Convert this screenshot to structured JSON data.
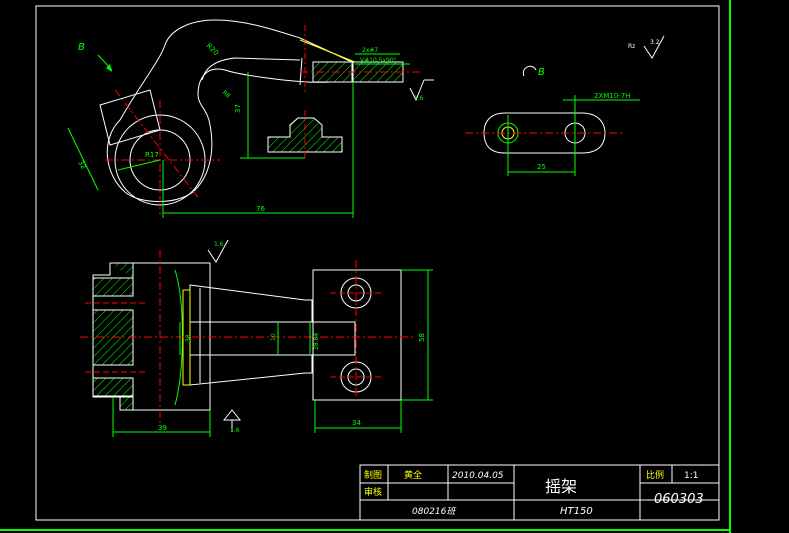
{
  "view_labels": {
    "direction_b": "B",
    "view_b": "B"
  },
  "dimensions": {
    "r20": "R20",
    "r17": "R17",
    "r8": "R8",
    "d37": "37",
    "d32": "32",
    "d76": "76",
    "d25": "25",
    "thread_note": "2XM10-7H",
    "d38": "38",
    "d10": "10",
    "d28": "28.84",
    "d58": "58",
    "d39": "39",
    "d34": "34"
  },
  "callouts": {
    "chamfer": "2x#7",
    "countersink": "V#10.5x90°",
    "surface_top": "3.2",
    "surface_note": "Rz",
    "roughness_a": "1.6",
    "roughness_b": "1.6",
    "roughness_c": "1.6"
  },
  "title_block": {
    "drawn_label": "制图",
    "drawn_name": "黄全",
    "date": "2010.04.05",
    "check_label": "审核",
    "part_name": "摇架",
    "scale_label": "比例",
    "scale_value": "1:1",
    "class_code": "080216班",
    "material": "HT150",
    "drawing_number": "060303"
  },
  "colors": {
    "background": "#000000",
    "outline": "#ffffff",
    "dimension": "#00ff00",
    "centerline": "#ff0000",
    "accent": "#ffff00",
    "hidden": "#ff00ff"
  }
}
